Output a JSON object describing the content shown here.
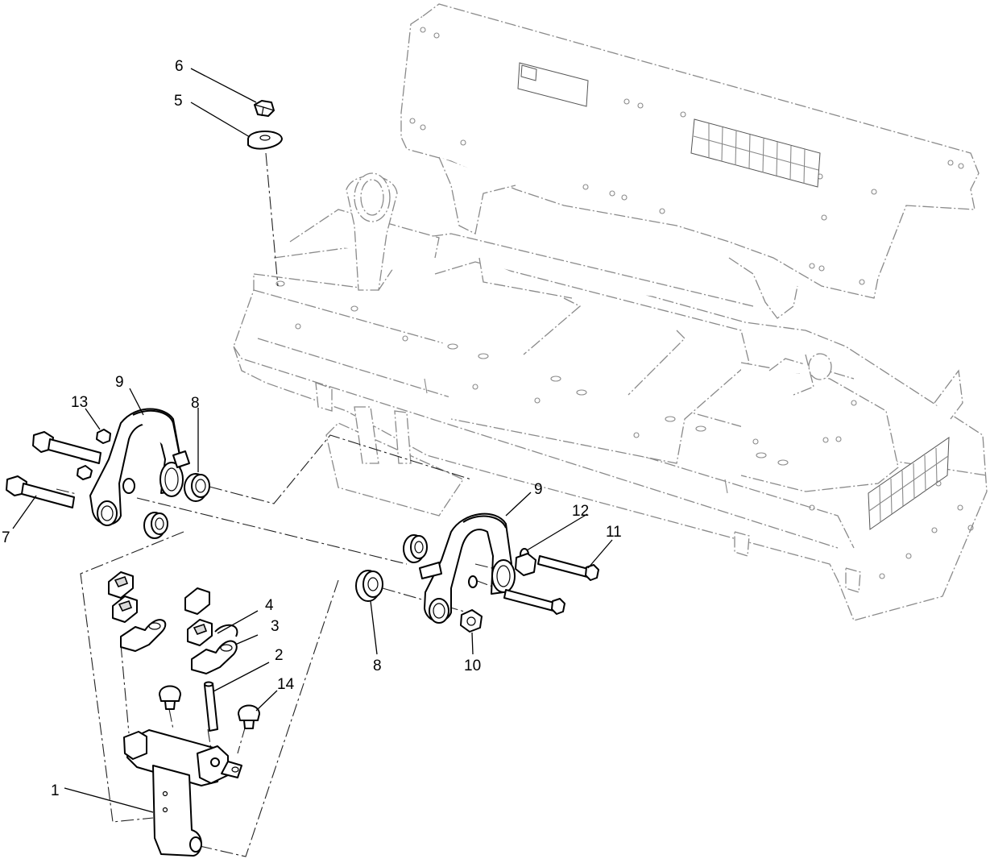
{
  "callouts": [
    {
      "id": "c1",
      "label": "1"
    },
    {
      "id": "c2",
      "label": "2"
    },
    {
      "id": "c3",
      "label": "3"
    },
    {
      "id": "c4",
      "label": "4"
    },
    {
      "id": "c5",
      "label": "5"
    },
    {
      "id": "c6",
      "label": "6"
    },
    {
      "id": "c7",
      "label": "7"
    },
    {
      "id": "c8a",
      "label": "8"
    },
    {
      "id": "c8b",
      "label": "8"
    },
    {
      "id": "c9a",
      "label": "9"
    },
    {
      "id": "c9b",
      "label": "9"
    },
    {
      "id": "c10",
      "label": "10"
    },
    {
      "id": "c11",
      "label": "11"
    },
    {
      "id": "c12",
      "label": "12"
    },
    {
      "id": "c13",
      "label": "13"
    },
    {
      "id": "c14",
      "label": "14"
    }
  ]
}
